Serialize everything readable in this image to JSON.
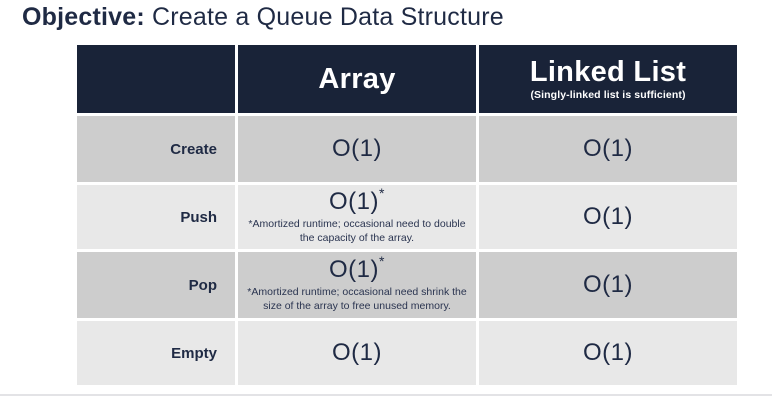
{
  "title": {
    "lead": "Objective:",
    "rest": " Create a Queue Data Structure"
  },
  "table": {
    "columns": [
      {
        "label": "",
        "subtitle": ""
      },
      {
        "label": "Array",
        "subtitle": ""
      },
      {
        "label": "Linked List",
        "subtitle": "(Singly-linked list is sufficient)"
      }
    ],
    "rows": [
      {
        "label": "Create",
        "array_value": "O(1)",
        "array_sup": "",
        "array_note": "",
        "linked_value": "O(1)"
      },
      {
        "label": "Push",
        "array_value": "O(1)",
        "array_sup": "*",
        "array_note": "*Amortized runtime; occasional need to double the capacity of the array.",
        "linked_value": "O(1)"
      },
      {
        "label": "Pop",
        "array_value": "O(1)",
        "array_sup": "*",
        "array_note": "*Amortized runtime; occasional need shrink the size of the array to free unused memory.",
        "linked_value": "O(1)"
      },
      {
        "label": "Empty",
        "array_value": "O(1)",
        "array_sup": "",
        "array_note": "",
        "linked_value": "O(1)"
      }
    ]
  },
  "colors": {
    "header_bg": "#192338",
    "row_dark": "#cdcdcd",
    "row_light": "#e8e8e8",
    "text_navy": "#1f2a44"
  }
}
